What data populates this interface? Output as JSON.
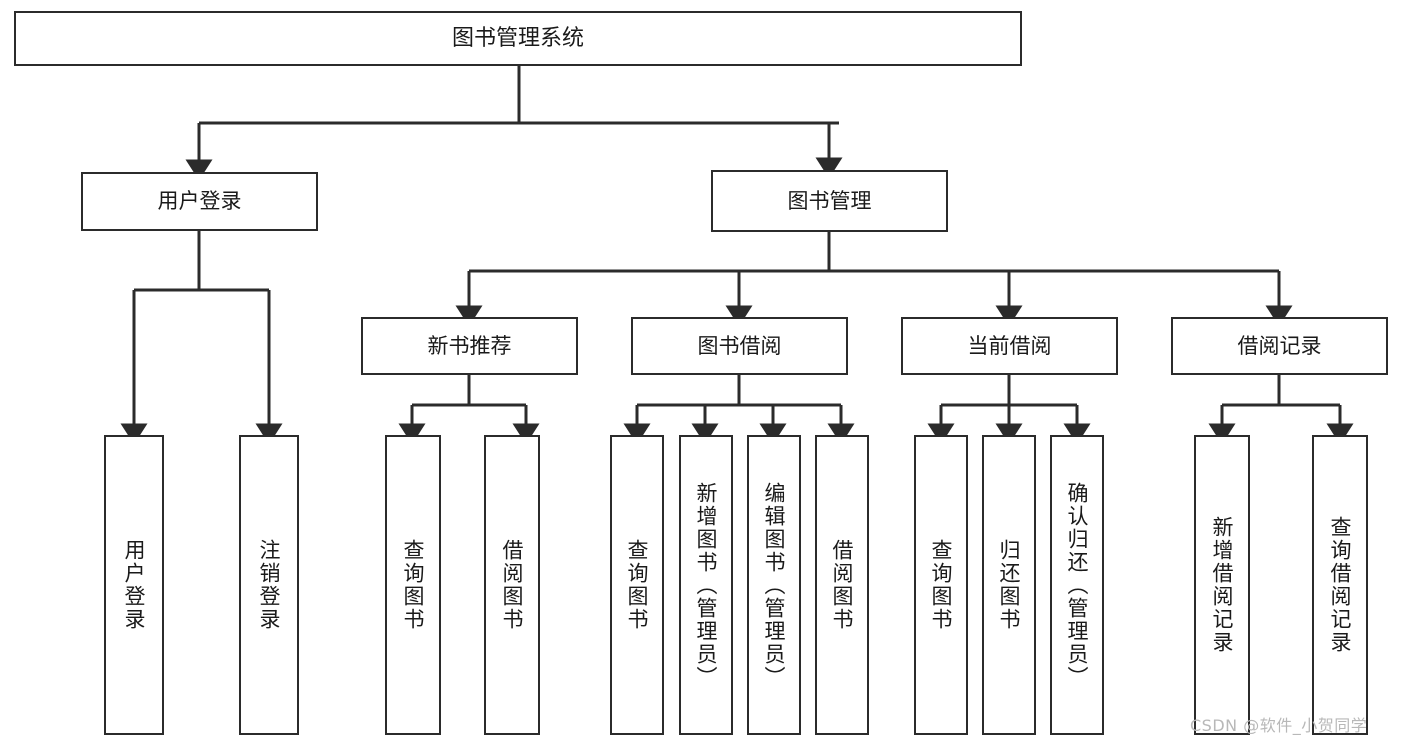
{
  "diagram": {
    "title": "图书管理系统",
    "type": "功能结构图",
    "watermark": "CSDN @软件_小贺同学",
    "colors": {
      "stroke": "#2b2b2b",
      "fill": "#ffffff",
      "text": "#1a1a1a",
      "watermark": "#b8b8b8"
    },
    "root": {
      "label": "图书管理系统"
    },
    "level1": [
      {
        "label": "用户登录"
      },
      {
        "label": "图书管理"
      }
    ],
    "level2": [
      {
        "label": "新书推荐"
      },
      {
        "label": "图书借阅"
      },
      {
        "label": "当前借阅"
      },
      {
        "label": "借阅记录"
      }
    ],
    "leaves": {
      "user_login": [
        {
          "label": "用户登录"
        },
        {
          "label": "注销登录"
        }
      ],
      "new_book": [
        {
          "label": "查询图书"
        },
        {
          "label": "借阅图书"
        }
      ],
      "borrow_book": [
        {
          "label": "查询图书"
        },
        {
          "label": "新增图书（管理员）"
        },
        {
          "label": "编辑图书（管理员）"
        },
        {
          "label": "借阅图书"
        }
      ],
      "current_borrow": [
        {
          "label": "查询图书"
        },
        {
          "label": "归还图书"
        },
        {
          "label": "确认归还（管理员）"
        }
      ],
      "borrow_record": [
        {
          "label": "新增借阅记录"
        },
        {
          "label": "查询借阅记录"
        }
      ]
    }
  }
}
